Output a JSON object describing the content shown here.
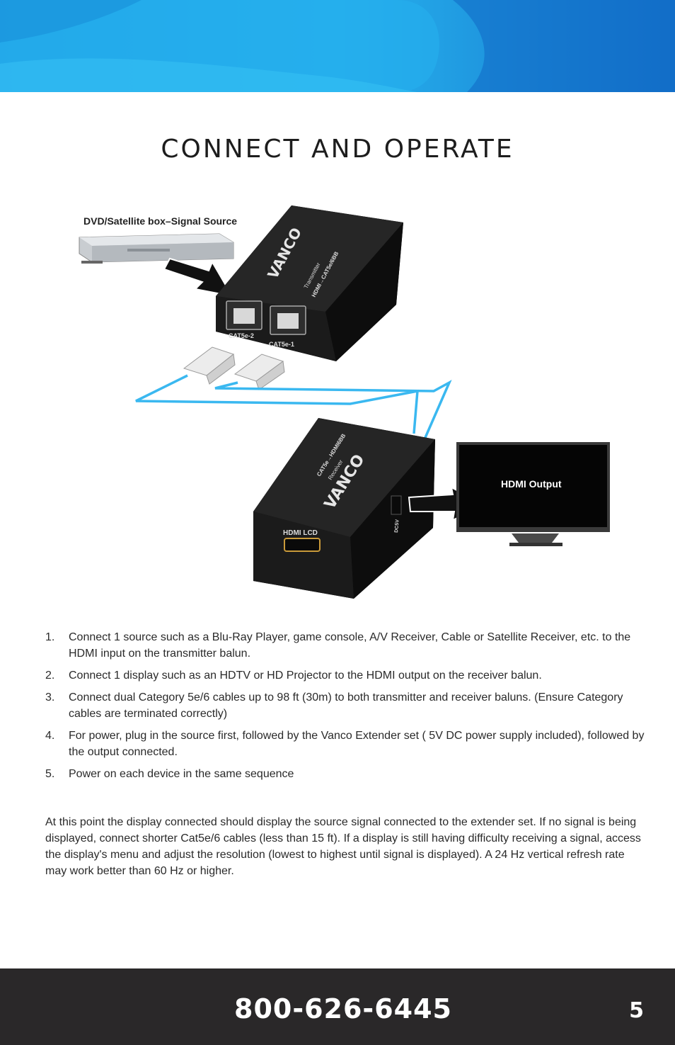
{
  "page": {
    "title": "CONNECT AND OPERATE"
  },
  "diagram": {
    "source_label": "DVD/Satellite box–Signal Source",
    "output_label": "HDMI Output",
    "transmitter": {
      "brand": "VANCO",
      "model": "HDMI→CAT5e/6BB",
      "role": "Transmitter",
      "port1": "CAT5e-1",
      "port2": "CAT5e-2"
    },
    "receiver": {
      "brand": "VANCO",
      "model": "CAT5e→HDMI6BB",
      "role": "Receiver",
      "port_hdmi": "HDMI LCD",
      "port_power": "DC5V"
    }
  },
  "steps": [
    {
      "num": "1.",
      "text": "Connect 1 source such as a Blu-Ray Player, game console, A/V Receiver, Cable or Satellite Receiver, etc. to the HDMI input on the transmitter balun."
    },
    {
      "num": "2.",
      "text": "Connect 1 display such as an HDTV or HD Projector to the HDMI output on the receiver balun."
    },
    {
      "num": "3.",
      "text": "Connect dual Category 5e/6 cables up to 98 ft (30m) to both transmitter and receiver baluns. (Ensure Category cables are terminated correctly)"
    },
    {
      "num": "4.",
      "text": "For power, plug in the source first, followed by the Vanco Extender set ( 5V DC power supply included), followed by the output connected."
    },
    {
      "num": "5.",
      "text": "Power on each device in the same sequence"
    }
  ],
  "paragraph": "At this point the display connected should display the source signal connected to the extender set.  If no signal is being displayed, connect shorter Cat5e/6 cables (less than 15 ft).  If a display is still having difficulty receiving a signal, access the display's menu and adjust the resolution (lowest to highest until signal is displayed).  A 24 Hz vertical refresh rate may work better than 60 Hz or higher.",
  "footer": {
    "phone": "800-626-6445",
    "page_number": "5"
  },
  "colors": {
    "header_blue": "#1a8fdc",
    "header_light": "#2fb6ee",
    "cable_blue": "#3ab8f0",
    "footer_bg": "#2a2829"
  }
}
